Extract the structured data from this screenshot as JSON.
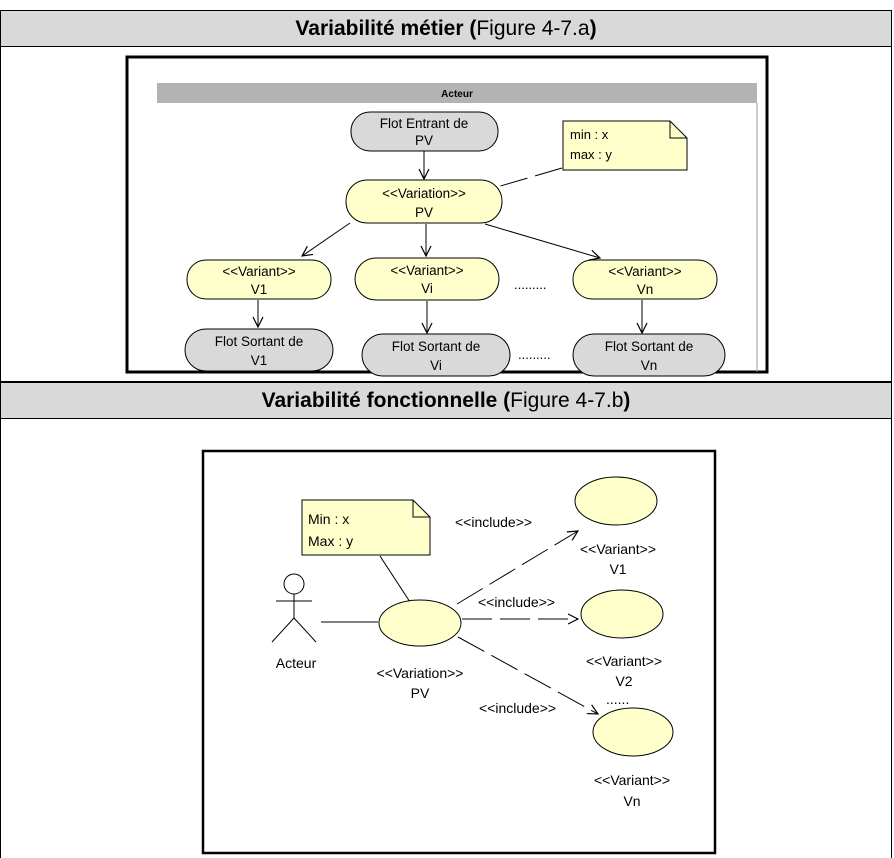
{
  "section_a": {
    "title_bold": "Variabilité métier (",
    "title_regular": "Figure 4-7.a",
    "title_close": ")",
    "swimlane_label": "Acteur",
    "note": {
      "line1": "min : x",
      "line2": "max : y"
    },
    "entry_flow": {
      "line1": "Flot Entrant de",
      "line2": "PV"
    },
    "variation": {
      "line1": "<<Variation>>",
      "line2": "PV"
    },
    "variants": [
      {
        "line1": "<<Variant>>",
        "line2": "V1"
      },
      {
        "line1": "<<Variant>>",
        "line2": "Vi"
      },
      {
        "line1": "<<Variant>>",
        "line2": "Vn"
      }
    ],
    "exit_flows": [
      {
        "line1": "Flot Sortant de",
        "line2": "V1"
      },
      {
        "line1": "Flot Sortant de",
        "line2": "Vi"
      },
      {
        "line1": "Flot Sortant de",
        "line2": "Vn"
      }
    ],
    "ellipsis": "........."
  },
  "section_b": {
    "title_bold": "Variabilité fonctionnelle (",
    "title_regular": "Figure 4-7.b",
    "title_close": ")",
    "note": {
      "line1": "Min : x",
      "line2": "Max : y"
    },
    "actor_label": "Acteur",
    "variation": {
      "line1": "<<Variation>>",
      "line2": "PV"
    },
    "include_labels": [
      "<<include>>",
      "<<include>>",
      "<<include>>"
    ],
    "variants": [
      {
        "line1": "<<Variant>>",
        "line2": "V1"
      },
      {
        "line1": "<<Variant>>",
        "line2": "V2"
      },
      {
        "line1": "<<Variant>>",
        "line2": "Vn"
      }
    ],
    "ellipsis": "......"
  },
  "colors": {
    "header_bg": "#d9d9d9",
    "use_case_fill": "#ffffcc",
    "flow_fill": "#d9d9d9",
    "swimlane_bg": "#b3b3b3"
  }
}
